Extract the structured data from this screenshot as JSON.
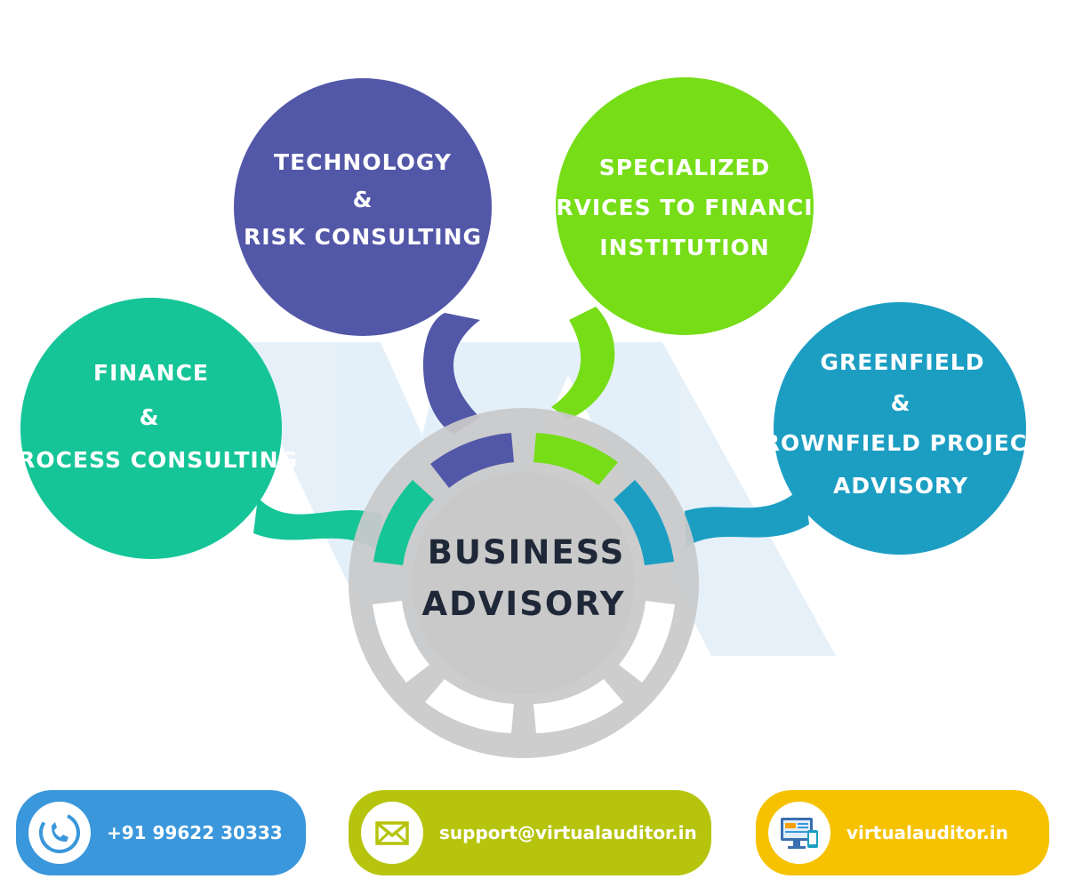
{
  "colors": {
    "finance": "#15c597",
    "technology": "#5257a8",
    "specialized": "#76dd17",
    "greenfield": "#1c9ec3",
    "hub_gray": "#c9c9c9",
    "watermark": "#dcebf7",
    "phone_bg": "#3a97db",
    "email_bg": "#b6c40d",
    "web_bg": "#f6c200"
  },
  "hub": {
    "line1": "BUSINESS",
    "line2": "ADVISORY"
  },
  "bubbles": {
    "finance": {
      "line1": "FINANCE",
      "line2": "&",
      "line3": "PROCESS CONSULTING"
    },
    "technology": {
      "line1": "TECHNOLOGY",
      "line2": "&",
      "line3": "RISK CONSULTING"
    },
    "specialized": {
      "line1": "SPECIALIZED",
      "line2": "SERVICES TO FINANCIAL",
      "line3": "INSTITUTION"
    },
    "greenfield": {
      "line1": "GREENFIELD",
      "line2": "&",
      "line3": "BROWNFIELD PROJECTS",
      "line4": "ADVISORY"
    }
  },
  "contacts": {
    "phone": {
      "label": "+91 99622 30333",
      "icon": "phone-icon"
    },
    "email": {
      "label": "support@virtualauditor.in",
      "icon": "envelope-icon"
    },
    "web": {
      "label": "virtualauditor.in",
      "icon": "monitor-icon"
    }
  }
}
